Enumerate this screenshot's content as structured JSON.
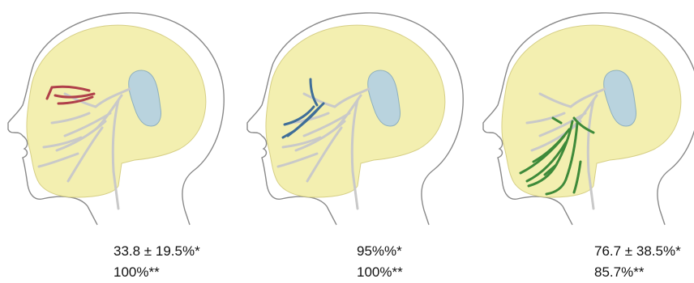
{
  "panels": [
    {
      "highlight_color": "#b0404a",
      "caption_line1": "33.8 ± 19.5%*",
      "caption_line2": "100%**"
    },
    {
      "highlight_color": "#3f6e99",
      "caption_line1": "95%%*",
      "caption_line2": "100%**"
    },
    {
      "highlight_color": "#3e8a3a",
      "caption_line1": "76.7 ± 38.5%*",
      "caption_line2": "85.7%**"
    }
  ],
  "colors": {
    "skull": "#f3efb0",
    "outline": "#8a8a8a",
    "nerve": "#c9c9c9",
    "gland": "#b9d3de"
  }
}
